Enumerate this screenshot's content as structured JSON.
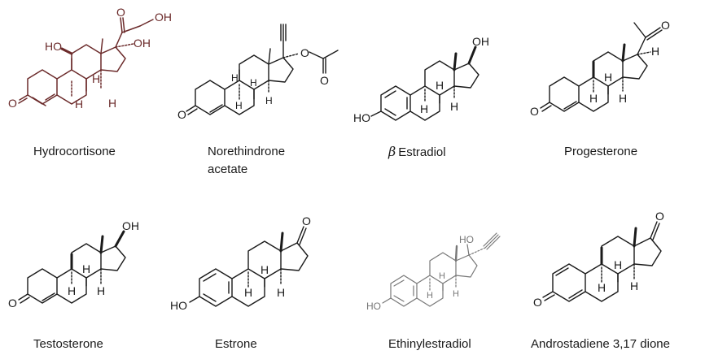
{
  "compounds": [
    {
      "id": "hydrocortisone",
      "name": "Hydrocortisone",
      "color": "#6b2a2a",
      "atoms": {
        "o3": "O",
        "ho11": "HO",
        "oh17": "OH",
        "o20": "O",
        "oh21": "OH",
        "h8": "H",
        "h9": "H",
        "h14": "H"
      }
    },
    {
      "id": "norethindrone-acetate",
      "name_line1": "Norethindrone",
      "name_line2": "acetate",
      "color": "#1a1a1a",
      "atoms": {
        "o3": "O",
        "o17": "O",
        "oc": "O",
        "h8": "H",
        "h9": "H",
        "h14": "H",
        "h10": "H"
      }
    },
    {
      "id": "beta-estradiol",
      "greek": "β",
      "name": "Estradiol",
      "color": "#1a1a1a",
      "atoms": {
        "ho3": "HO",
        "oh17": "OH",
        "h8": "H",
        "h9": "H",
        "h14": "H"
      }
    },
    {
      "id": "progesterone",
      "name": "Progesterone",
      "color": "#1a1a1a",
      "atoms": {
        "o3": "O",
        "o20": "O",
        "h17": "H",
        "h8": "H",
        "h9": "H",
        "h14": "H"
      }
    },
    {
      "id": "testosterone",
      "name": "Testosterone",
      "color": "#1a1a1a",
      "atoms": {
        "o3": "O",
        "oh17": "OH",
        "h8": "H",
        "h9": "H",
        "h14": "H"
      }
    },
    {
      "id": "estrone",
      "name": "Estrone",
      "color": "#1a1a1a",
      "atoms": {
        "ho3": "HO",
        "o17": "O",
        "h8": "H",
        "h9": "H",
        "h14": "H"
      }
    },
    {
      "id": "ethinylestradiol",
      "name": "Ethinylestradiol",
      "color": "#777777",
      "atoms": {
        "ho3": "HO",
        "ho17": "HO",
        "h8": "H",
        "h9": "H",
        "h14": "H"
      }
    },
    {
      "id": "androstadiene-dione",
      "name": "Androstadiene 3,17 dione",
      "color": "#1a1a1a",
      "atoms": {
        "o3": "O",
        "o17": "O",
        "h8": "H",
        "h9": "H",
        "h14": "H"
      }
    }
  ]
}
